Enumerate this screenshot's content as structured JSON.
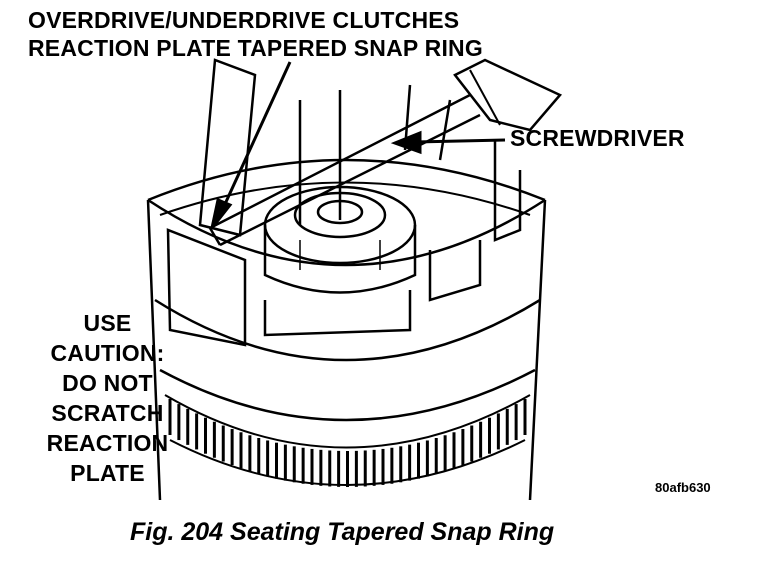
{
  "labels": {
    "snap_ring_line1": "OVERDRIVE/UNDERDRIVE CLUTCHES",
    "snap_ring_line2": "REACTION PLATE TAPERED SNAP RING",
    "screwdriver": "SCREWDRIVER",
    "caution": [
      "USE",
      "CAUTION:",
      "DO NOT",
      "SCRATCH",
      "REACTION",
      "PLATE"
    ]
  },
  "figure_code": "80afb630",
  "caption": "Fig. 204 Seating Tapered Snap Ring"
}
